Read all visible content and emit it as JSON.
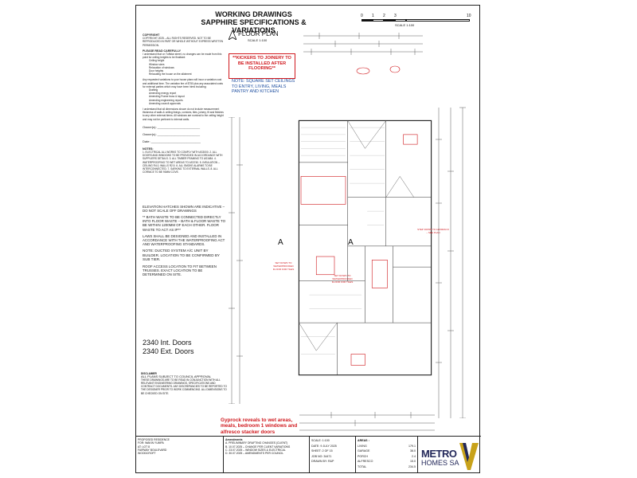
{
  "header": {
    "title_line1": "WORKING DRAWINGS",
    "title_line2": "SAPPHIRE SPECIFICATIONS & VARIATIONS"
  },
  "scale_bar": {
    "ticks": [
      "0",
      "1",
      "2",
      "3",
      "",
      "10"
    ],
    "caption": "SCALE 1:100"
  },
  "notes_left": {
    "copyright_heading": "COPYRIGHT",
    "copyright_text": "COPYRIGHT 2025 – ALL RIGHTS RESERVED. NOT TO BE REPRODUCED IN PART OR WHOLE WITHOUT EXPRESS WRITTEN PERMISSION.",
    "please_heading": "PLEASE READ CAREFULLY",
    "please_text": "I understand that on Tuffstar street, no changes can be made from this point for ceiling heights to be finalised:",
    "bullets": [
      "Ceiling height",
      "Window sizes",
      "Relocation of windows",
      "Door heights",
      "Relocating the house on the allotment"
    ],
    "extra_text": "Any requested variations to your house plans will incur a variation cost and additional time. The variation fee of $750 plus any associated costs for external parties which may have been hired including:",
    "bullets2": [
      "Drafting",
      "Amending energy report",
      "Amending Frame truss & layout",
      "Amending engineering reports",
      "Amending council approvals"
    ],
    "understand_text": "I understand that all dimensions shown do not include measurement thickness of walls & ceiling linings, cornices, tiles, joinery, fit and finishes to any other external items. All windows are nominal to the ceiling height and may not be pertinent to internal walls.",
    "owner1": "Owner(s):",
    "owner2": "Owner(s):",
    "date": "Date:",
    "notes_heading": "NOTES:",
    "notes_text": "1. ELECTRICAL ALL WORKS TO COMPLY WITH AS3000. 2. ALL DOORS AND WINDOWS TO BE PROVIDED IN ACCORDANCE WITH SUPPLIERS DETAILS. 3. ALL TIMBER FRAMING TO AS1684. 4. WATERPROOFING TO WET AREAS TO AS3740. 5. INSULATION – CEILING R4.0, WALLS R2.5. 6. ALL SMOKE ALARMS TO BE INTERCONNECTED. 7. SARKING TO EXTERNAL WALLS. 8. ALL CORNICE TO BE 90MM COVE.",
    "elevation_note": "ELEVATION HATCHES SHOWN ARE INDICATIVE – DO NOT SCALE OFF DRAWINGS",
    "bath_note": "** BATH WASTE TO BE CONNECTED DIRECTLY INTO FLOOR WASTE – BATH & FLOOR WASTE TO BE WITHIN 1200MM OF EACH OTHER. FLOOR WASTE TO ACT AS IP**",
    "laws_note": "LAWS SHALL BE DESIGNED AND INSTALLED IN ACCORDANCE WITH THE WATERPROOFING ACT AND WATERPROOFING STANDARDS.",
    "ducted_note": "NOTE: DUCTED SYSTEM A/C UNIT BY BUILDER. LOCATION TO BE CONFIRMED BY SUB TIER.",
    "roof_note": "ROOF ACCESS LOCATION TO FIT BETWEEN TRUSSES. EXACT LOCATION TO BE DETERMINED ON SITE."
  },
  "doors": {
    "int": "2340 Int. Doors",
    "ext": "2340 Ext. Doors"
  },
  "disclaimer": {
    "heading": "DISCLAIMER",
    "line1": "ALL PLANS SUBJECT TO COUNCIL APPROVAL",
    "text": "THESE DRAWINGS ARE TO BE READ IN CONJUNCTION WITH ALL RELEVANT ENGINEERING DRAWINGS, SPECIFICATIONS AND CONTRACT DOCUMENTS. ANY DISCREPANCIES TO BE REPORTED TO THE DESIGNER PRIOR TO WORK COMMENCING. ALL DIMENSIONS TO BE CHECKED ON SITE."
  },
  "gyprock_note": "Gyprock reveals to wet areas, meals, bedroom 1 windows and alfresco stacker doors",
  "floor_plan": {
    "title": "FLOOR PLAN",
    "scale": "SCALE  1:100",
    "kickers_note": "**KICKERS TO JOINERY TO BE INSTALLED AFTER FLOORING**",
    "ceiling_note": "NOTE: SQUARE SET CEILINGS TO ENTRY, LIVING, MEALS PANTRY AND KITCHEN",
    "section_marker": "A",
    "red_notes": [
      "SET DOWN TO WATERPROOFED FLOOR FOR TILES",
      "SET DOWN TO WATERPROOFED FLOOR FOR TILES",
      "STEP DOWN TO ALFRESCO – SEE PLAN"
    ]
  },
  "title_block": {
    "project_label": "PROPOSED RESIDENCE",
    "for_label": "FOR:",
    "client": "WAKIN YUMPA",
    "at_label": "AT:",
    "lot": "LOT 8",
    "address1": "FAIRWAY BOULEVARD",
    "address2": "WOODCROFT",
    "amendments_heading": "Amendments",
    "amendments": [
      "A. PRELIMINARY DRAFTING CHANGES (CLIENT)",
      "B. 10.07.2025 – CHANGE PER CLIENT VARIATIONS",
      "C. 23.07.2025 – WINDOW SIZES & ELECTRICAL",
      "D. 30.07.2025 – AMENDMENTS PER COUNCIL"
    ],
    "scale_label": "SCALE:",
    "scale_value": "1:100",
    "date_label": "DATE:",
    "date_value": "9 JULY 2025",
    "sheet_label": "SHEET:",
    "sheet_value": "2  OF  15",
    "job_label": "JOB NO:",
    "job_value": "34471",
    "drawn_label": "DRAWN BY:",
    "drawn_value": "R&P",
    "areas_heading": "AREAS :",
    "areas": [
      {
        "label": "LIVING",
        "value": "179.1"
      },
      {
        "label": "GARAGE",
        "value": "38.0"
      },
      {
        "label": "PORCH",
        "value": "2.4"
      },
      {
        "label": "ALFRESCO",
        "value": "15.0"
      },
      {
        "label": "TOTAL",
        "value": "234.5"
      }
    ]
  },
  "logo": {
    "line1": "METRO",
    "line2": "HOMES SA"
  },
  "colors": {
    "red": "#d0191e",
    "blue_note": "#1f4fa0",
    "logo_navy": "#23285a",
    "logo_gold": "#c8a21a"
  }
}
